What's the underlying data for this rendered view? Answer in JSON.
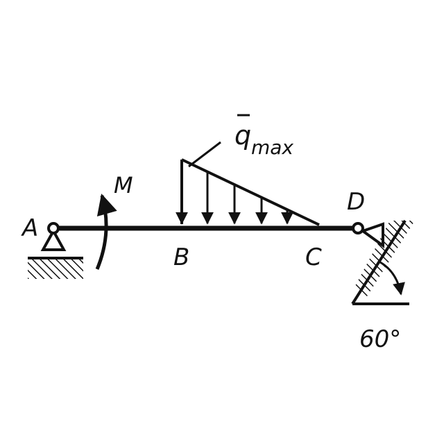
{
  "labels": {
    "a": "A",
    "b": "B",
    "c": "C",
    "d": "D",
    "moment": "M",
    "load_q": "q",
    "load_sub": "max",
    "angle": "60°"
  },
  "colors": {
    "ink": "#111111",
    "background": "#ffffff"
  }
}
